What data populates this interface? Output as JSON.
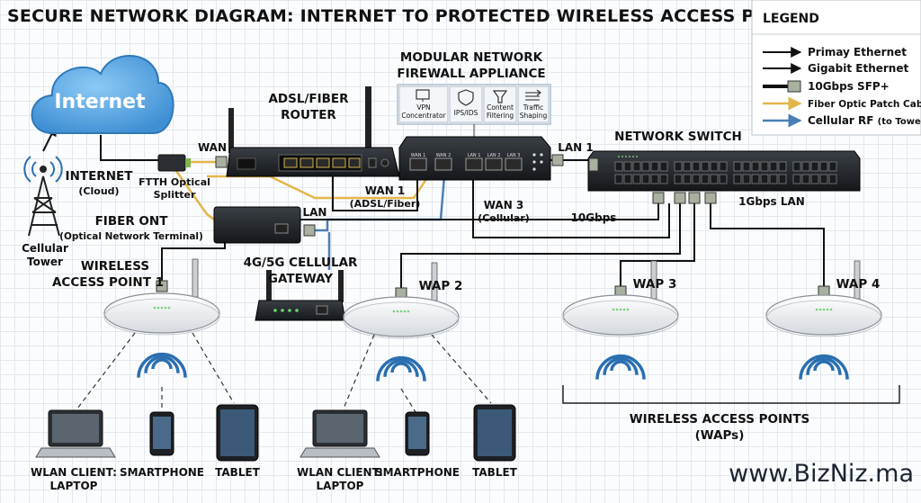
{
  "title": "SECURE NETWORK DIAGRAM: INTERNET TO PROTECTED WIRELESS ACCESS POINTS",
  "legend": {
    "heading": "LEGEND",
    "items": [
      {
        "label": "Primay Ethernet",
        "color": "#111111"
      },
      {
        "label": "Gigabit Ethernet",
        "color": "#111111"
      },
      {
        "label": "10Gbps SFP+",
        "color": "#111111"
      },
      {
        "label": "Fiber Optic Patch Cable",
        "color": "#e3b64a"
      },
      {
        "label": "Cellular RF",
        "note": "(to Tower)",
        "color": "#4a7fb5"
      }
    ]
  },
  "nodes": {
    "internet": {
      "cloud_label": "Internet",
      "label": "INTERNET",
      "sub": "(Cloud)"
    },
    "tower": {
      "label_1": "Cellular",
      "label_2": "Tower"
    },
    "splitter": {
      "label_1": "FTTH Optical",
      "label_2": "Splitter"
    },
    "router": {
      "label_1": "ADSL/FIBER",
      "label_2": "ROUTER",
      "wan_port": "WAN"
    },
    "ont": {
      "label": "FIBER ONT",
      "sub": "(Optical Network Terminal)",
      "lan_port": "LAN"
    },
    "gateway": {
      "label_1": "4G/5G CELLULAR",
      "label_2": "GATEWAY"
    },
    "firewall": {
      "label_1": "MODULAR NETWORK",
      "label_2": "FIREWALL APPLIANCE",
      "modules": [
        {
          "icon": "monitor-icon",
          "line1": "VPN",
          "line2": "Concentrator"
        },
        {
          "icon": "shield-icon",
          "line1": "IPS/IDS",
          "line2": ""
        },
        {
          "icon": "funnel-icon",
          "line1": "Content",
          "line2": "Filtering"
        },
        {
          "icon": "arrows-icon",
          "line1": "Traffic",
          "line2": "Shaping"
        }
      ],
      "ports": [
        "WAN 1",
        "WAN 2",
        "LAN 1",
        "LAN 2",
        "LAN 3"
      ],
      "lan_out": "LAN 1",
      "wan1_label": "WAN 1",
      "wan1_sub": "(ADSL/Fiber)",
      "wan3_label": "WAN 3",
      "wan3_sub": "(Cellular)"
    },
    "switch": {
      "label": "NETWORK SWITCH",
      "uplink_label": "10Gbps",
      "lan_label": "1Gbps LAN"
    },
    "waps": [
      {
        "label_1": "WIRELESS",
        "label_2": "ACCESS POINT 1"
      },
      {
        "label_1": "WAP 2",
        "label_2": ""
      },
      {
        "label_1": "WAP 3",
        "label_2": ""
      },
      {
        "label_1": "WAP 4",
        "label_2": ""
      }
    ],
    "wap_group": {
      "label_1": "WIRELESS ACCESS POINTS",
      "label_2": "(WAPs)"
    }
  },
  "clients": {
    "group1": [
      {
        "label_1": "WLAN CLIENT:",
        "label_2": "LAPTOP"
      },
      {
        "label_1": "SMARTPHONE",
        "label_2": ""
      },
      {
        "label_1": "TABLET",
        "label_2": ""
      }
    ],
    "group2": [
      {
        "label_1": "WLAN CLIENT:",
        "label_2": "LAPTOP"
      },
      {
        "label_1": "SMARTPHONE",
        "label_2": ""
      },
      {
        "label_1": "TABLET",
        "label_2": ""
      }
    ]
  },
  "watermark": "www.BizNiz.ma",
  "colors": {
    "fiber": "#e3b64a",
    "cellular": "#4a7fb5",
    "cable": "#111111",
    "cloud": "#5aa9e6"
  }
}
